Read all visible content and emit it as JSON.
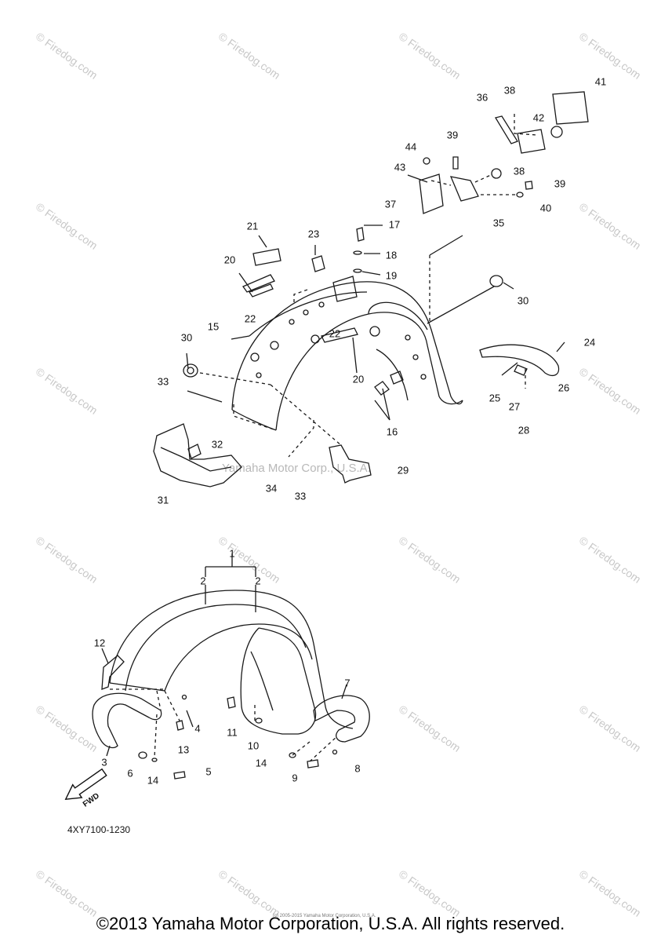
{
  "watermark": {
    "text": "© Firedog.com"
  },
  "center_watermark": "Yamaha Motor Corp., U.S.A.",
  "part_code": "4XY7100-1230",
  "fwd_label": "FWD",
  "tiny_copyright": "(c) 2005-2015 Yamaha Motor Corporation, U.S.A.",
  "copyright": "©2013 Yamaha Motor Corporation, U.S.A. All rights reserved.",
  "callouts": [
    {
      "n": "41"
    },
    {
      "n": "38"
    },
    {
      "n": "36"
    },
    {
      "n": "42"
    },
    {
      "n": "39"
    },
    {
      "n": "44"
    },
    {
      "n": "43"
    },
    {
      "n": "38"
    },
    {
      "n": "39"
    },
    {
      "n": "37"
    },
    {
      "n": "40"
    },
    {
      "n": "35"
    },
    {
      "n": "17"
    },
    {
      "n": "21"
    },
    {
      "n": "23"
    },
    {
      "n": "18"
    },
    {
      "n": "19"
    },
    {
      "n": "20"
    },
    {
      "n": "22"
    },
    {
      "n": "30"
    },
    {
      "n": "15"
    },
    {
      "n": "22"
    },
    {
      "n": "24"
    },
    {
      "n": "30"
    },
    {
      "n": "20"
    },
    {
      "n": "25"
    },
    {
      "n": "26"
    },
    {
      "n": "33"
    },
    {
      "n": "27"
    },
    {
      "n": "16"
    },
    {
      "n": "28"
    },
    {
      "n": "32"
    },
    {
      "n": "29"
    },
    {
      "n": "31"
    },
    {
      "n": "34"
    },
    {
      "n": "33"
    },
    {
      "n": "1"
    },
    {
      "n": "2"
    },
    {
      "n": "2"
    },
    {
      "n": "12"
    },
    {
      "n": "7"
    },
    {
      "n": "4"
    },
    {
      "n": "11"
    },
    {
      "n": "10"
    },
    {
      "n": "13"
    },
    {
      "n": "3"
    },
    {
      "n": "6"
    },
    {
      "n": "14"
    },
    {
      "n": "5"
    },
    {
      "n": "14"
    },
    {
      "n": "9"
    },
    {
      "n": "8"
    }
  ]
}
